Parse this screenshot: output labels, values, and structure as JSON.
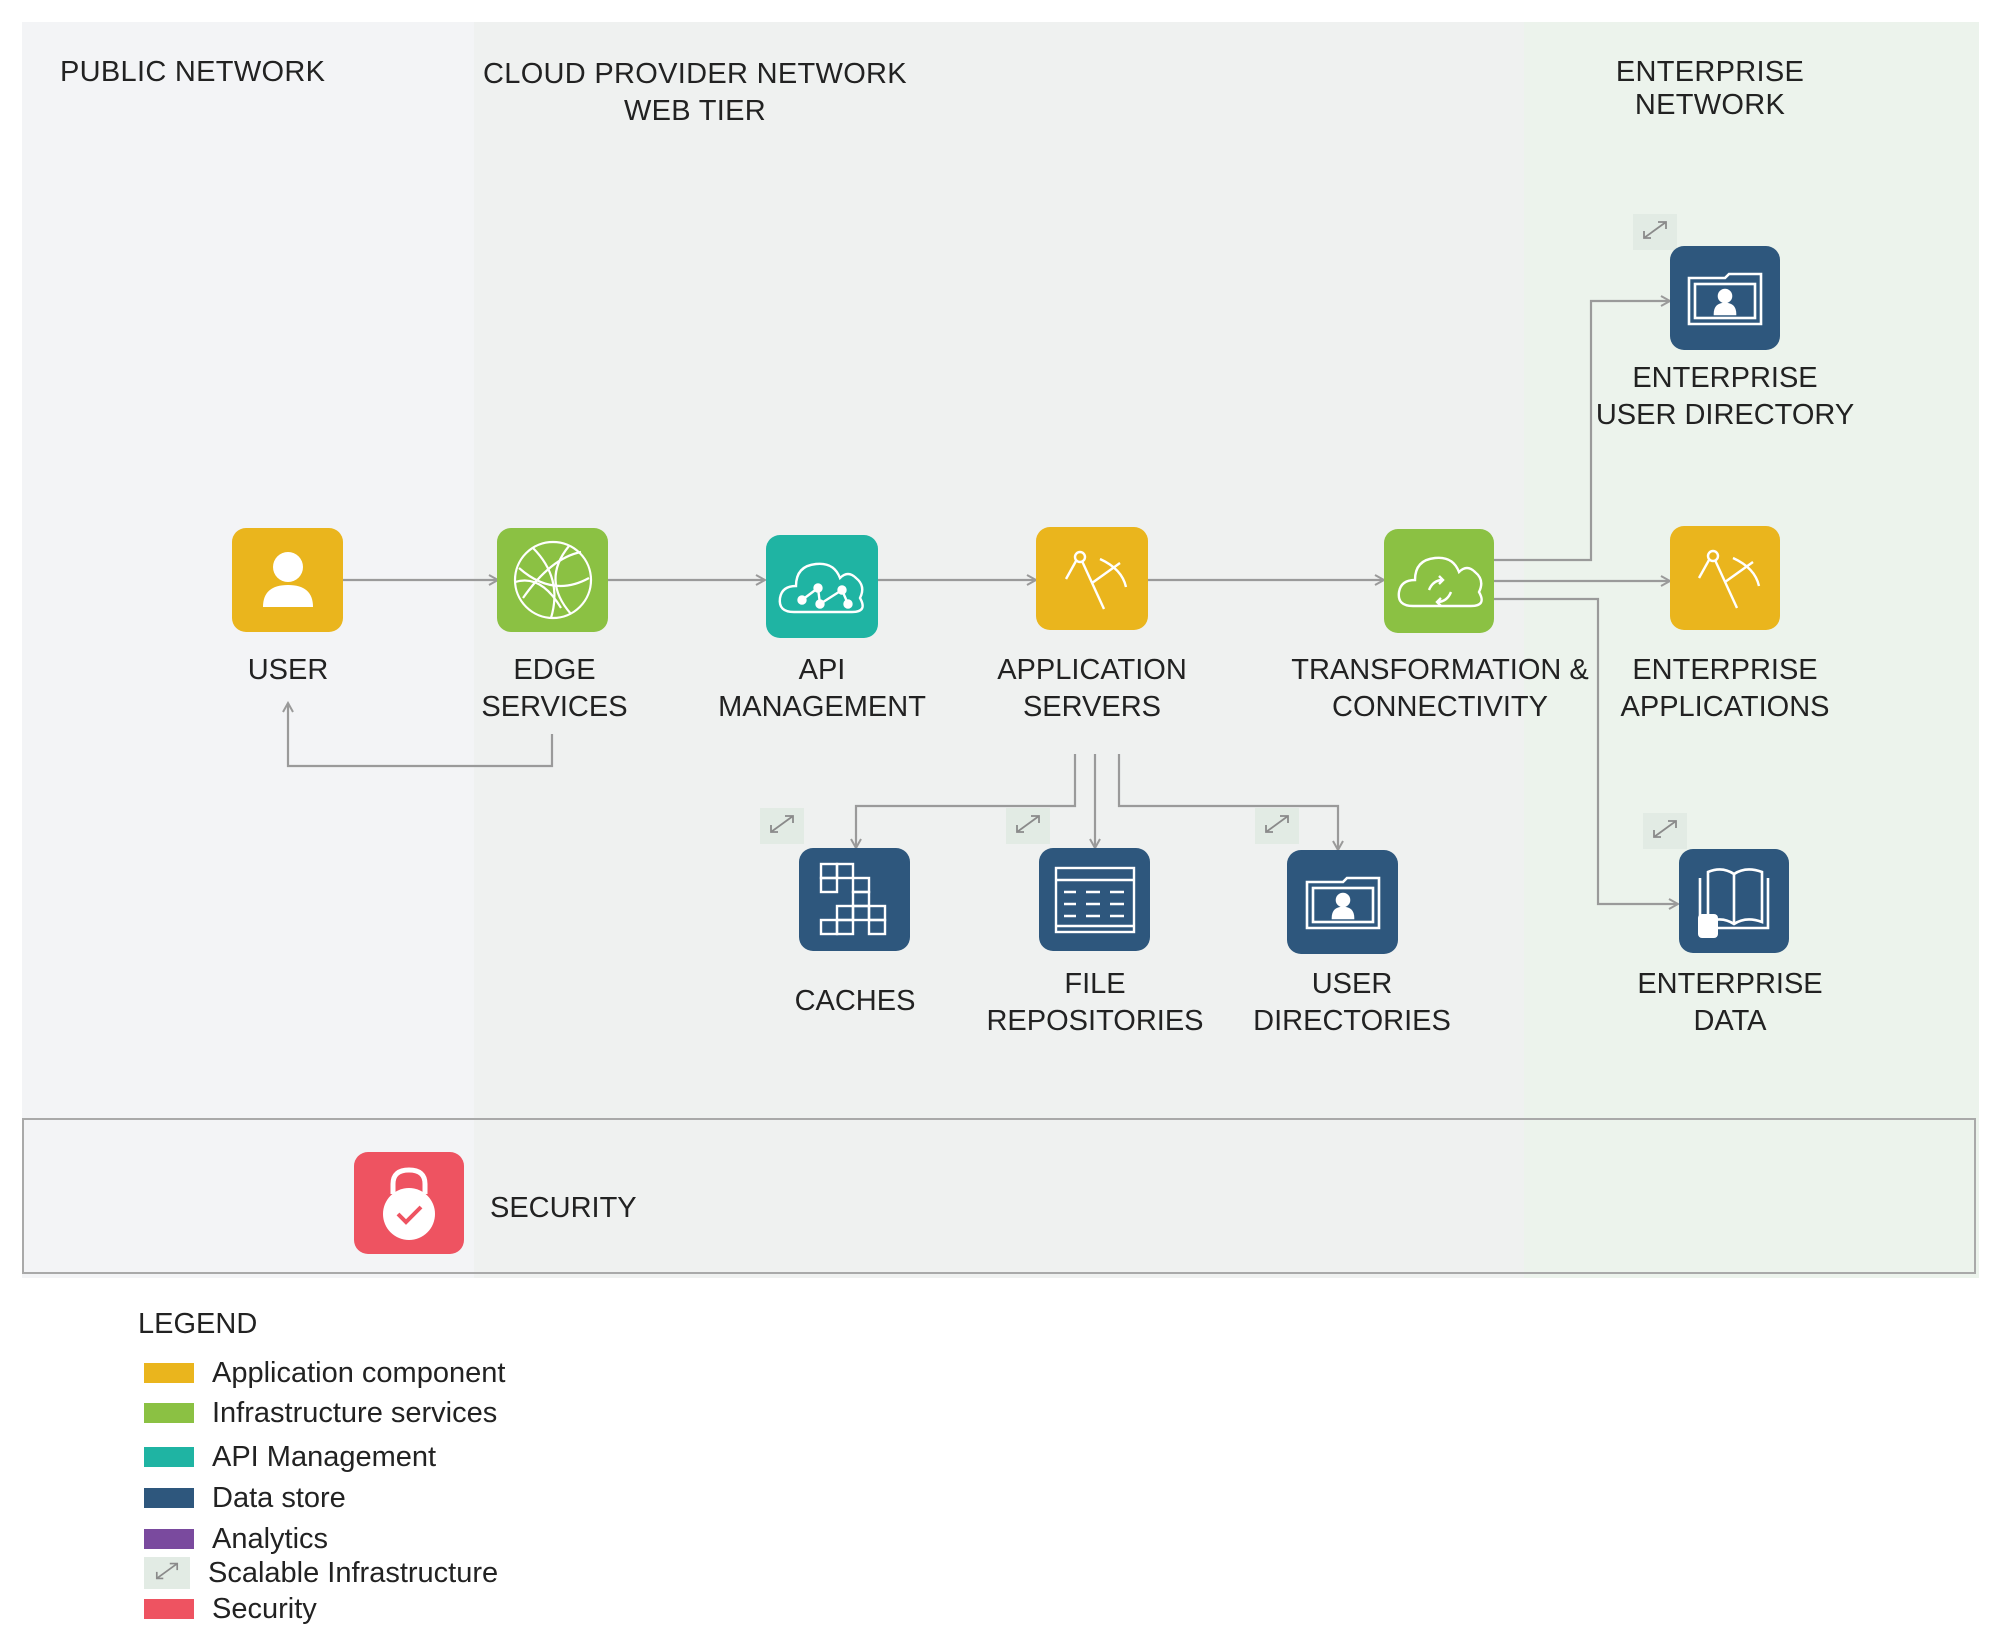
{
  "zones": {
    "public": "PUBLIC NETWORK",
    "cloud_line1": "CLOUD PROVIDER NETWORK",
    "cloud_line2": "WEB TIER",
    "enterprise": "ENTERPRISE NETWORK"
  },
  "nodes": {
    "user": {
      "line1": "USER",
      "line2": "",
      "category": "Application component",
      "icon": "user-icon"
    },
    "edge_services": {
      "line1": "EDGE",
      "line2": "SERVICES",
      "category": "Infrastructure services",
      "icon": "globe-icon"
    },
    "api_management": {
      "line1": "API",
      "line2": "MANAGEMENT",
      "category": "API Management",
      "icon": "cloud-network-icon"
    },
    "application_servers": {
      "line1": "APPLICATION",
      "line2": "SERVERS",
      "category": "Application component",
      "icon": "compass-icon"
    },
    "transformation": {
      "line1": "TRANSFORMATION &",
      "line2": "CONNECTIVITY",
      "category": "Infrastructure services",
      "icon": "cloud-sync-icon"
    },
    "enterprise_user_directory": {
      "line1": "ENTERPRISE",
      "line2": "USER DIRECTORY",
      "category": "Data store",
      "icon": "folder-user-icon",
      "scalable": true
    },
    "enterprise_applications": {
      "line1": "ENTERPRISE",
      "line2": "APPLICATIONS",
      "category": "Application component",
      "icon": "compass-icon"
    },
    "enterprise_data": {
      "line1": "ENTERPRISE",
      "line2": "DATA",
      "category": "Data store",
      "icon": "book-database-icon",
      "scalable": true
    },
    "caches": {
      "line1": "CACHES",
      "line2": "",
      "category": "Data store",
      "icon": "grid-blocks-icon",
      "scalable": true
    },
    "file_repositories": {
      "line1": "FILE",
      "line2": "REPOSITORIES",
      "category": "Data store",
      "icon": "table-icon",
      "scalable": true
    },
    "user_directories": {
      "line1": "USER",
      "line2": "DIRECTORIES",
      "category": "Data store",
      "icon": "folder-user-icon",
      "scalable": true
    },
    "security": {
      "line1": "SECURITY",
      "category": "Security",
      "icon": "padlock-check-icon"
    }
  },
  "connections": [
    {
      "from": "user",
      "to": "edge_services"
    },
    {
      "from": "edge_services",
      "to": "api_management"
    },
    {
      "from": "api_management",
      "to": "application_servers"
    },
    {
      "from": "application_servers",
      "to": "transformation"
    },
    {
      "from": "edge_services",
      "to": "user"
    },
    {
      "from": "application_servers",
      "to": "caches"
    },
    {
      "from": "application_servers",
      "to": "file_repositories"
    },
    {
      "from": "application_servers",
      "to": "user_directories"
    },
    {
      "from": "transformation",
      "to": "enterprise_user_directory"
    },
    {
      "from": "transformation",
      "to": "enterprise_applications"
    },
    {
      "from": "transformation",
      "to": "enterprise_data"
    }
  ],
  "legend": {
    "title": "LEGEND",
    "items": [
      {
        "label": "Application component",
        "color": "#eab51d"
      },
      {
        "label": "Infrastructure services",
        "color": "#8bc143"
      },
      {
        "label": "API Management",
        "color": "#1fb4a3"
      },
      {
        "label": "Data store",
        "color": "#2e577d"
      },
      {
        "label": "Analytics",
        "color": "#7a4a9e"
      },
      {
        "label": "Scalable Infrastructure",
        "color": "#e2ebe4",
        "icon": "scale-arrows-icon"
      },
      {
        "label": "Security",
        "color": "#ee5361"
      }
    ]
  },
  "colors": {
    "application": "#eab51d",
    "infrastructure": "#8bc143",
    "api": "#1fb4a3",
    "datastore": "#2e577d",
    "security": "#ee5361",
    "connector": "#9a9a9a"
  }
}
